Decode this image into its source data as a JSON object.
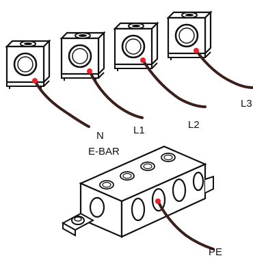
{
  "labels": {
    "n": "N",
    "e_bar": "E-BAR",
    "l1": "L1",
    "l2": "L2",
    "l3": "L3",
    "pe": "PE"
  },
  "colors": {
    "outline": "#111111",
    "wire": "#3b1f1a",
    "contact": "#e8202a",
    "fill": "#ffffff"
  }
}
